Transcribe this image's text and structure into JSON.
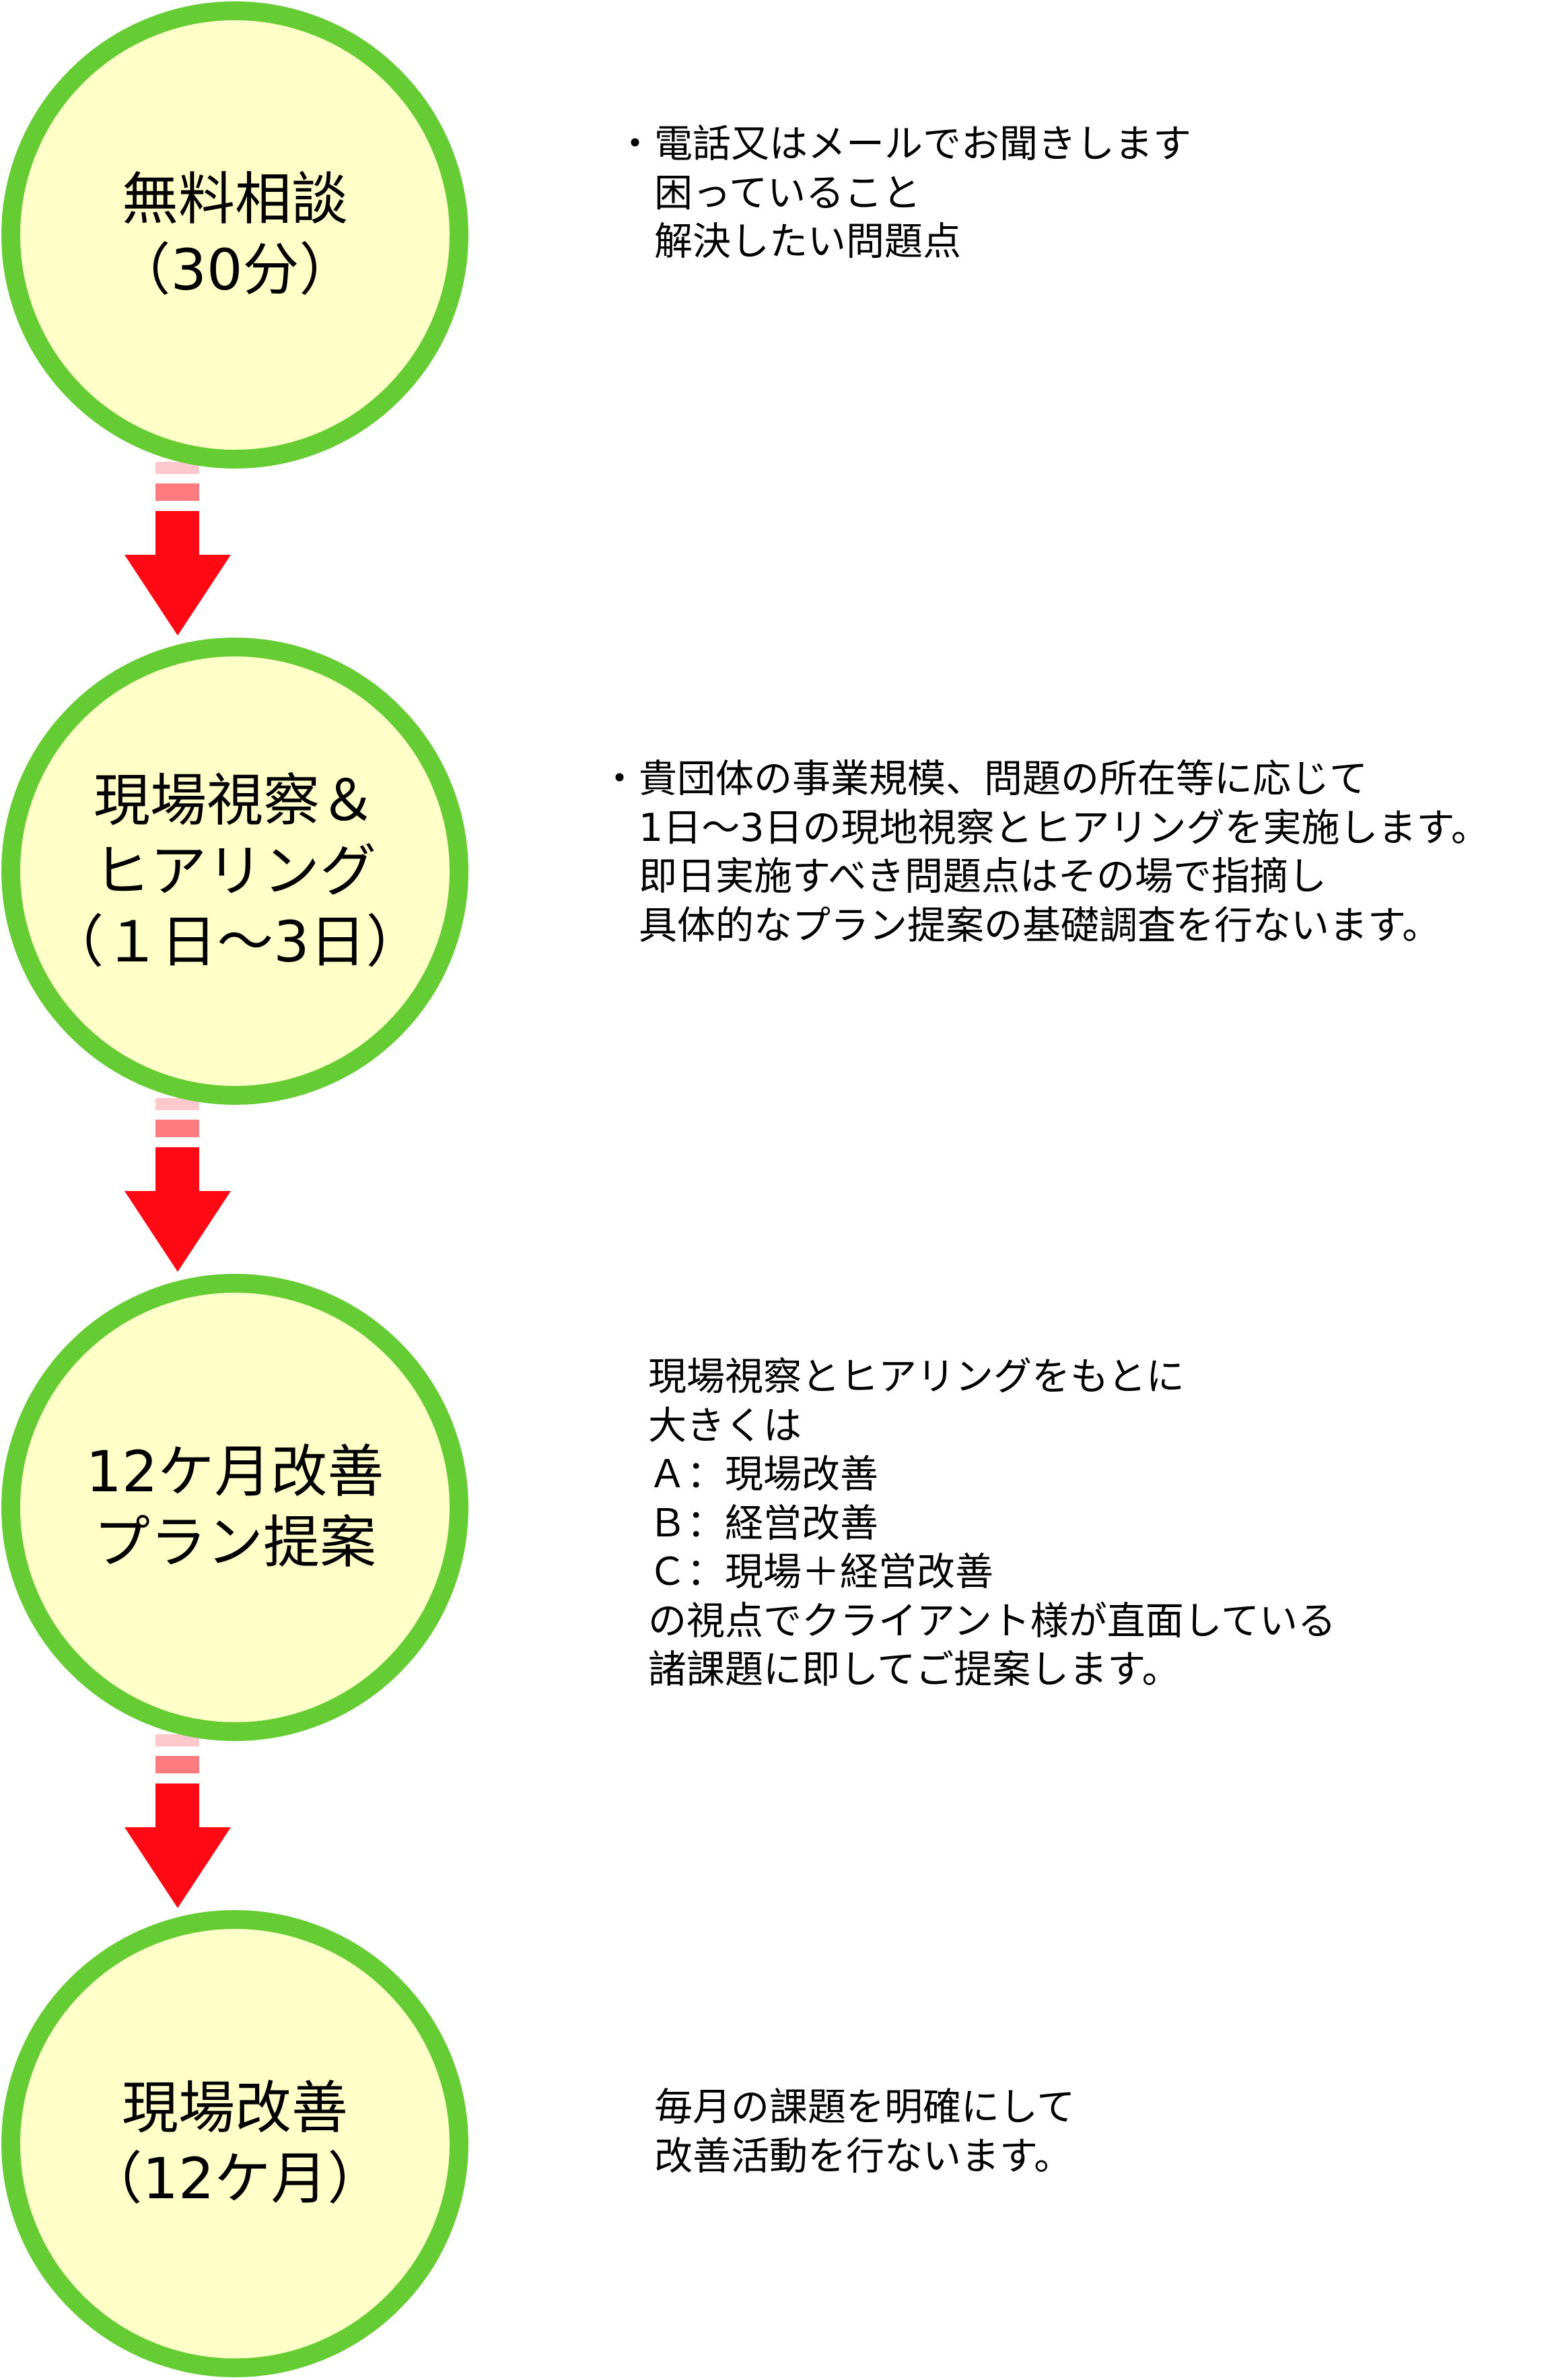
{
  "colors": {
    "circle_fill": "#FFFFC8",
    "circle_stroke": "#66CC33",
    "arrow": "#FF0A14",
    "arrow_band": "#FF7B80",
    "arrow_band_faint": "#FFC8CC"
  },
  "steps": [
    {
      "label": [
        "無料相談",
        "（30分）"
      ],
      "bullet": "・",
      "description": [
        "電話又はメールでお聞きします",
        "困っていること",
        "解決したい問題点"
      ]
    },
    {
      "label": [
        "現場視察＆",
        "ヒアリング",
        "（１日〜3日）"
      ],
      "bullet": "・",
      "description": [
        "貴団体の事業規模、問題の所在等に応じて",
        "1日〜3日の現地視察とヒアリングを実施します。",
        "即日実施すべき問題点はその場で指摘し",
        "具体的なプラン提案の基礎調査を行ないます。"
      ]
    },
    {
      "label": [
        "12ケ月改善",
        "プラン提案"
      ],
      "description": [
        "現場視察とヒアリングをもとに",
        "大きくは",
        "Ａ：現場改善",
        "Ｂ：経営改善",
        "Ｃ：現場＋経営改善",
        "の視点でクライアント様が直面している",
        "諸課題に即してご提案します。"
      ]
    },
    {
      "label": [
        "現場改善",
        "（12ケ月）"
      ],
      "description": [
        "毎月の課題を明確にして",
        "改善活動を行ないます。"
      ]
    }
  ]
}
